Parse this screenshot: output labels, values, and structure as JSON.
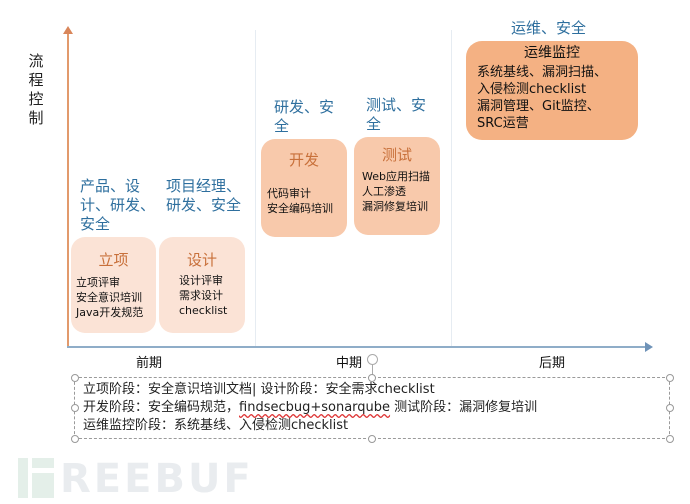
{
  "axes": {
    "y_label": "流程控制",
    "x_phases": [
      "前期",
      "中期",
      "后期"
    ]
  },
  "stages": [
    {
      "roles": "产品、设计、研发、安全",
      "title": "立项",
      "items": [
        "立项评审",
        "安全意识培训",
        "Java开发规范"
      ],
      "fill": "#fbe3d6"
    },
    {
      "roles": "项目经理、研发、安全",
      "title": "设计",
      "items": [
        "设计评审",
        "需求设计",
        "checklist"
      ],
      "fill": "#fbe3d6"
    },
    {
      "roles": "研发、安全",
      "title": "开发",
      "items": [
        "代码审计",
        "安全编码培训"
      ],
      "fill": "#f8c9ab"
    },
    {
      "roles": "测试、安全",
      "title": "测试",
      "items": [
        "Web应用扫描",
        "人工渗透",
        "漏洞修复培训"
      ],
      "fill": "#f8c9ab"
    },
    {
      "roles": "运维、安全",
      "title": "运维监控",
      "items": [
        "系统基线、漏洞扫描、",
        "入侵检测checklist",
        "漏洞管理、Git监控、",
        "SRC运营"
      ],
      "fill": "#f4b183"
    }
  ],
  "notes": {
    "line1": "立项阶段：安全意识培训文档| 设计阶段：安全需求checklist",
    "line2_a": "开发阶段：安全编码规范，",
    "line2_b": "findsecbug+sonarqube",
    "line2_c": " 测试阶段：漏洞修复培训",
    "line3": "运维监控阶段：系统基线、入侵检测checklist"
  },
  "watermark": "REEBUF",
  "colors": {
    "role_text": "#2e6f9e",
    "card_title": "#c8703a",
    "y_axis": "#e29a6c",
    "x_axis": "#8fadc8"
  }
}
